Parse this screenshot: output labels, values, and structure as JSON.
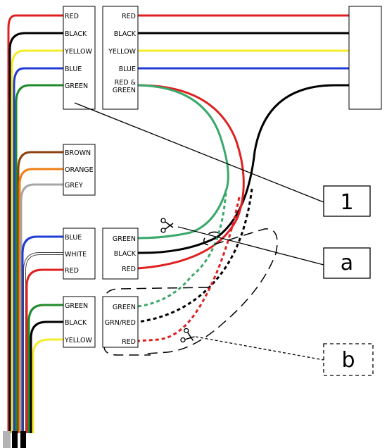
{
  "colors": {
    "red": "#e02020",
    "black": "#000000",
    "yellow": "#f5ec2a",
    "blue": "#1f3cd6",
    "green": "#1e8a2a",
    "green_light": "#3aa86a",
    "brown": "#8a4212",
    "orange": "#f07f14",
    "grey": "#a6a6a6",
    "white": "#ffffff"
  },
  "blocks": {
    "top_left": [
      "RED",
      "BLACK",
      "YELLOW",
      "BLUE",
      "GREEN"
    ],
    "top_mid": [
      "RED",
      "BLACK",
      "YELLOW",
      "BLUE"
    ],
    "top_mid_last": [
      "RED &",
      "GREEN"
    ],
    "middle_left": [
      "BROWN",
      "ORANGE",
      "GREY"
    ],
    "lower_left": [
      "BLUE",
      "WHITE",
      "RED"
    ],
    "lower_mid": [
      "GREEN",
      "BLACK",
      "RED"
    ],
    "bottom_left": [
      "GREEN",
      "BLACK",
      "YELLOW"
    ],
    "bottom_mid": [
      "GREEN",
      "GRN/RED",
      "RED"
    ]
  },
  "callouts": {
    "one": "1",
    "a": "a",
    "b": "b"
  }
}
